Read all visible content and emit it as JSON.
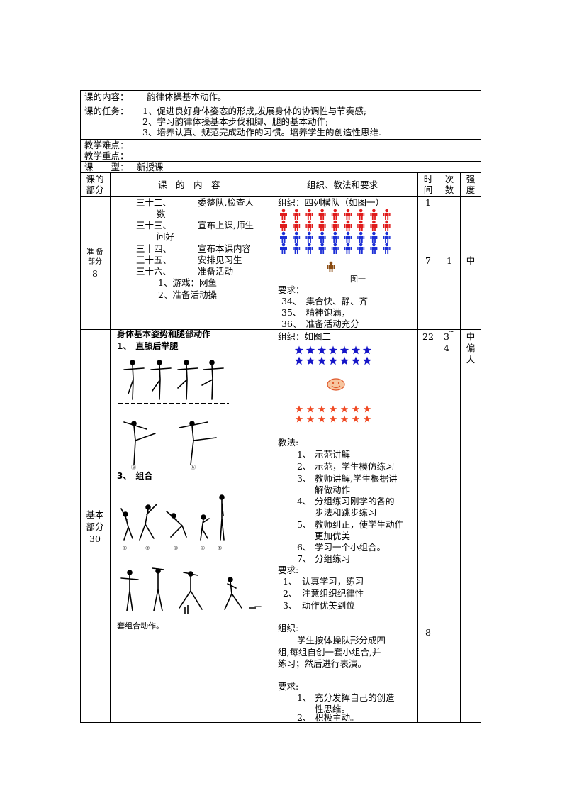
{
  "header": {
    "content_label": "课的内容：",
    "content_value": "韵律体操基本动作。",
    "task_label": "课的任务：",
    "tasks": [
      "1、促进良好身体姿态的形成,发展身体的协调性与节奏感;",
      "2、学习韵律体操基本步伐和脚、腿的基本动作;",
      "3、培养认真、规范完成动作的习惯。培养学生的创造性思维."
    ],
    "difficulty_label": "教学难点：",
    "key_point_label": "教学重点：",
    "type_label": "课　　型：",
    "type_value": "新授课"
  },
  "columns": {
    "part": [
      "课的",
      "部分"
    ],
    "content": "课　的　内　容",
    "method": "组织、教法和要求",
    "time": [
      "时",
      "间"
    ],
    "count": [
      "次",
      "数"
    ],
    "intensity": [
      "强",
      "度"
    ]
  },
  "prep": {
    "part": [
      "准 备",
      "部分",
      "8"
    ],
    "items": [
      {
        "num": "三十二、",
        "text": "委整队,检查人",
        "cont": "数"
      },
      {
        "num": "三十三、",
        "text": "宣布上课,师生",
        "cont": "问好"
      },
      {
        "num": "三十四、",
        "text": "宣布本课内容"
      },
      {
        "num": "三十五、",
        "text": "安排见习生"
      },
      {
        "num": "三十六、",
        "text": "准备活动"
      }
    ],
    "sub_items": [
      "1、游戏：网鱼",
      "2、准备活动操"
    ],
    "org": "组织：四列横队（如图一）",
    "fig_caption": "图一",
    "req_label": "要求：",
    "reqs": [
      "34、　集合快、静、齐",
      "35、　精神饱满，",
      "36、　准备活动充分"
    ],
    "time": [
      "1",
      "7"
    ],
    "count": "1",
    "intensity": "中"
  },
  "basic": {
    "part": [
      "基本",
      "部分",
      "30"
    ],
    "title": "身体基本姿势和腿部动作",
    "item1": "1、　直膝后举腿",
    "item3": "3、　组合",
    "caption_bottom": "套组合动作。",
    "org": "组织：如图二",
    "method_label": "教法:",
    "methods": [
      [
        "1、",
        "示范讲解"
      ],
      [
        "2、",
        "示范，学生模仿练习"
      ],
      [
        "3、",
        "教师讲解,学生根据讲",
        "解做动作"
      ],
      [
        "4、",
        "分组练习刚学的各的",
        "步法和跳步练习"
      ],
      [
        "5、",
        "教师纠正，使学生动作",
        "更加优美"
      ],
      [
        "6、",
        "学习一个小组合。"
      ],
      [
        "7、",
        "分组练习"
      ]
    ],
    "req_label": "要求:",
    "reqs": [
      "1、　认真学习，练习",
      "2、　注意组织纪律性",
      "3、　动作优美到位"
    ],
    "org2_label": "组织:",
    "org2_text": [
      "学生按体操队形分成四",
      "组,每组自创一套小组合,并",
      "练习；然后进行表演。"
    ],
    "req2_label": "要求:",
    "reqs2": [
      [
        "1、",
        "充分发挥自己的创造",
        "性思维。"
      ],
      [
        "2、",
        "积极主动。"
      ]
    ],
    "time": [
      "22",
      "8"
    ],
    "count": [
      "3",
      "~",
      "4"
    ],
    "intensity": [
      "中",
      "偏",
      "大"
    ]
  },
  "colors": {
    "red_person": "#e01b1b",
    "blue_person": "#1c2fd6",
    "teacher": "#8a4b12",
    "blue_star": "#1515c8",
    "red_star": "#f04a24",
    "smiley_fill": "#f7c6a0",
    "smiley_stroke": "#e0582a"
  }
}
